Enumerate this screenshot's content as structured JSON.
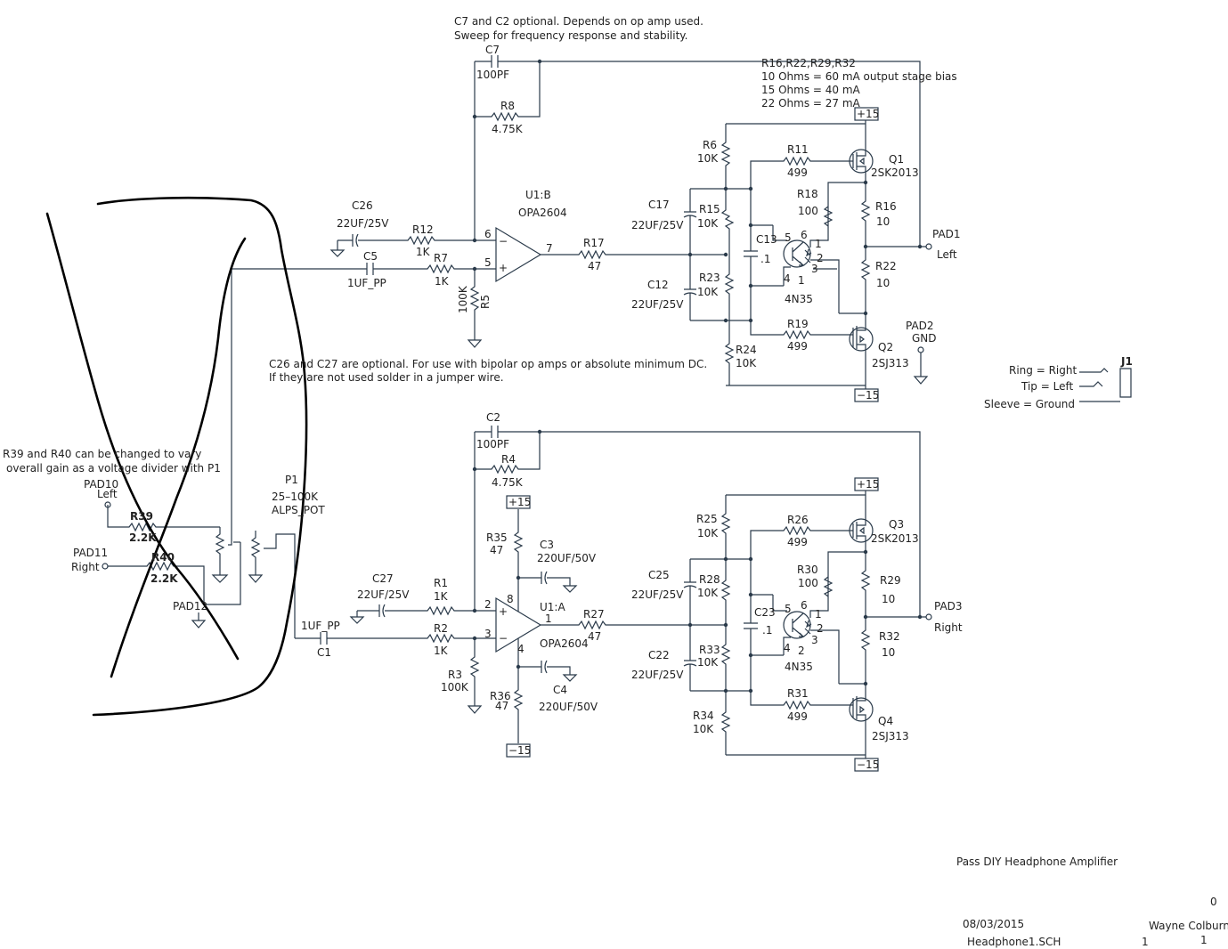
{
  "notes": {
    "c7c2_line1": "C7 and C2 optional. Depends on op amp used.",
    "c7c2_line2": "Sweep for frequency response and stability.",
    "bias_line1": "R16,R22,R29,R32",
    "bias_line2": "10 Ohms = 60 mA output stage bias",
    "bias_line3": "15 Ohms = 40 mA",
    "bias_line4": "22 Ohms = 27 mA",
    "c26c27_line1": "C26 and C27 are optional. For use with bipolar op amps or absolute minimum DC.",
    "c26c27_line2": "If they are not used solder in a jumper wire.",
    "r39r40_line1": "R39 and R40 can be changed to vary",
    "r39r40_line2": "overall gain as a voltage divider with P1"
  },
  "top": {
    "c7": "C7",
    "c7v": "100PF",
    "r8": "R8",
    "r8v": "4.75K",
    "c26": "C26",
    "c26v": "22UF/25V",
    "r12": "R12",
    "r12v": "1K",
    "c5": "C5",
    "c5v": "1UF_PP",
    "r7": "R7",
    "r7v": "1K",
    "r5": "R5",
    "r5v": "100K",
    "u1b": "U1:B",
    "u1bpart": "OPA2604",
    "pin6": "6",
    "pin5": "5",
    "pin7": "7",
    "r17": "R17",
    "r17v": "47",
    "c17": "C17",
    "c17v": "22UF/25V",
    "c12": "C12",
    "c12v": "22UF/25V",
    "r6": "R6",
    "r6v": "10K",
    "r15": "R15",
    "r15v": "10K",
    "r23": "R23",
    "r23v": "10K",
    "r24": "R24",
    "r24v": "10K",
    "r11": "R11",
    "r11v": "499",
    "r19": "R19",
    "r19v": "499",
    "r18": "R18",
    "r18v": "100",
    "c13": "C13",
    "c13v": ".1",
    "opto": "4N35",
    "o5": "5",
    "o6": "6",
    "o1": "1",
    "o2": "2",
    "o3": "3",
    "o4": "4",
    "o1b": "1",
    "q1": "Q1",
    "q1v": "2SK2013",
    "q2": "Q2",
    "q2v": "2SJ313",
    "r16": "R16",
    "r16v": "10",
    "r22": "R22",
    "r22v": "10",
    "pad1": "PAD1",
    "pad1v": "Left",
    "pad2": "PAD2",
    "pad2v": "GND",
    "pos": "+15",
    "neg": "−15"
  },
  "bottom": {
    "c2": "C2",
    "c2v": "100PF",
    "r4": "R4",
    "r4v": "4.75K",
    "c27": "C27",
    "c27v": "22UF/25V",
    "r1": "R1",
    "r1v": "1K",
    "c1": "C1",
    "c1v": "1UF_PP",
    "r2": "R2",
    "r2v": "1K",
    "r3": "R3",
    "r3v": "100K",
    "u1a": "U1:A",
    "u1apart": "OPA2604",
    "pin2": "2",
    "pin3": "3",
    "pin1": "1",
    "pin8": "8",
    "pin4": "4",
    "r35": "R35",
    "r35v": "47",
    "r36": "R36",
    "r36v": "47",
    "c3": "C3",
    "c3v": "220UF/50V",
    "c4": "C4",
    "c4v": "220UF/50V",
    "r27": "R27",
    "r27v": "47",
    "c25": "C25",
    "c25v": "22UF/25V",
    "c22": "C22",
    "c22v": "22UF/25V",
    "r25": "R25",
    "r25v": "10K",
    "r28": "R28",
    "r28v": "10K",
    "r33": "R33",
    "r33v": "10K",
    "r34": "R34",
    "r34v": "10K",
    "r26": "R26",
    "r26v": "499",
    "r31": "R31",
    "r31v": "499",
    "r30": "R30",
    "r30v": "100",
    "c23": "C23",
    "c23v": ".1",
    "opto": "4N35",
    "o5": "5",
    "o6": "6",
    "o1": "1",
    "o2": "2",
    "o3": "3",
    "o4": "4",
    "q3": "Q3",
    "q3v": "2SK2013",
    "q4": "Q4",
    "q4v": "2SJ313",
    "r29": "R29",
    "r29v": "10",
    "r32": "R32",
    "r32v": "10",
    "pad3": "PAD3",
    "pad3v": "Right",
    "pos": "+15",
    "neg": "−15",
    "pos_op": "+15",
    "neg_op": "−15"
  },
  "input": {
    "p1": "P1",
    "p1v": "25–100K",
    "p1part": "ALPS_POT",
    "pad10": "PAD10",
    "pad10v": "Left",
    "pad11": "PAD11",
    "pad11v": "Right",
    "pad12": "PAD12",
    "r39": "R39",
    "r39v": "2.2K",
    "r40": "R40",
    "r40v": "2.2K"
  },
  "jack": {
    "j1": "J1",
    "ring": "Ring = Right",
    "tip": "Tip = Left",
    "sleeve": "Sleeve = Ground"
  },
  "titleblock": {
    "title": "Pass DIY Headphone Amplifier",
    "rev": "0",
    "date": "08/03/2015",
    "author": "Wayne Colburn",
    "file": "Headphone1.SCH",
    "sheet": "1",
    "of": "1"
  }
}
